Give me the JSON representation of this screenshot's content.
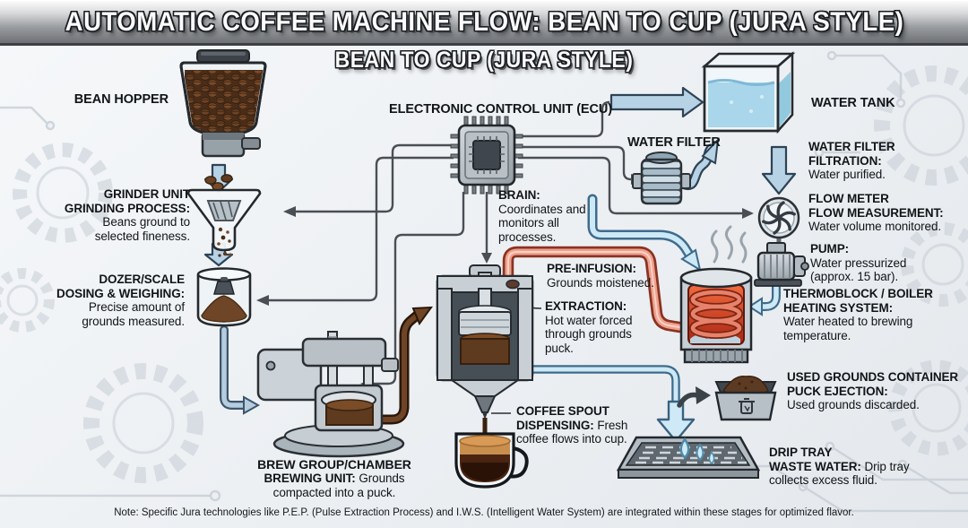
{
  "header": {
    "title": "AUTOMATIC COFFEE MACHINE FLOW: BEAN TO CUP (JURA STYLE)",
    "subtitle": "BEAN TO CUP (JURA STYLE)"
  },
  "stages": {
    "bean_hopper": {
      "label": "BEAN HOPPER"
    },
    "grinder": {
      "name": "GRINDER UNIT",
      "process": "GRINDING PROCESS:",
      "desc": "Beans ground to selected fineness."
    },
    "dozer": {
      "name": "DOZER/SCALE",
      "process": "DOSING & WEIGHING:",
      "desc": "Precise amount of grounds measured."
    },
    "brew_group": {
      "name": "BREW GROUP/CHAMBER",
      "process": "BREWING UNIT:",
      "desc": "Grounds compacted into a puck."
    },
    "ecu": {
      "label": "ELECTRONIC CONTROL UNIT (ECU)",
      "process": "BRAIN:",
      "desc": "Coordinates and monitors all processes."
    },
    "pre_infusion": {
      "process": "PRE-INFUSION:",
      "desc": "Grounds moistened."
    },
    "extraction": {
      "process": "EXTRACTION:",
      "desc": "Hot water forced through grounds puck."
    },
    "coffee_spout": {
      "name": "COFFEE SPOUT",
      "process": "DISPENSING:",
      "desc": "Fresh coffee flows into cup."
    },
    "water_tank": {
      "label": "WATER TANK"
    },
    "water_filter": {
      "label": "WATER FILTER",
      "name": "WATER FILTER",
      "process": "FILTRATION:",
      "desc": "Water purified."
    },
    "flow_meter": {
      "name": "FLOW METER",
      "process": "FLOW MEASUREMENT:",
      "desc": "Water volume monitored."
    },
    "pump": {
      "process": "PUMP:",
      "desc": "Water pressurized (approx. 15 bar)."
    },
    "thermoblock": {
      "name": "THERMOBLOCK / BOILER",
      "process": "HEATING SYSTEM:",
      "desc": "Water heated to brewing temperature."
    },
    "used_grounds": {
      "name": "USED GROUNDS CONTAINER",
      "process": "PUCK EJECTION:",
      "desc": "Used grounds discarded."
    },
    "drip_tray": {
      "name": "DRIP TRAY",
      "process": "WASTE WATER:",
      "desc": "Drip tray collects excess fluid."
    }
  },
  "footnote": "Note: Specific Jura technologies like P.E.P. (Pulse Extraction Process) and I.W.S. (Intelligent Water System) are integrated within these stages for optimized flavor.",
  "colors": {
    "cold_water_pipe": "#cde9f6",
    "hot_water_pipe": "#efa18d",
    "grounds_pipe": "#6f4526",
    "control_wire": "#4a4f55",
    "water": "#a9d6ea",
    "title_metal": "#9a9da0"
  }
}
